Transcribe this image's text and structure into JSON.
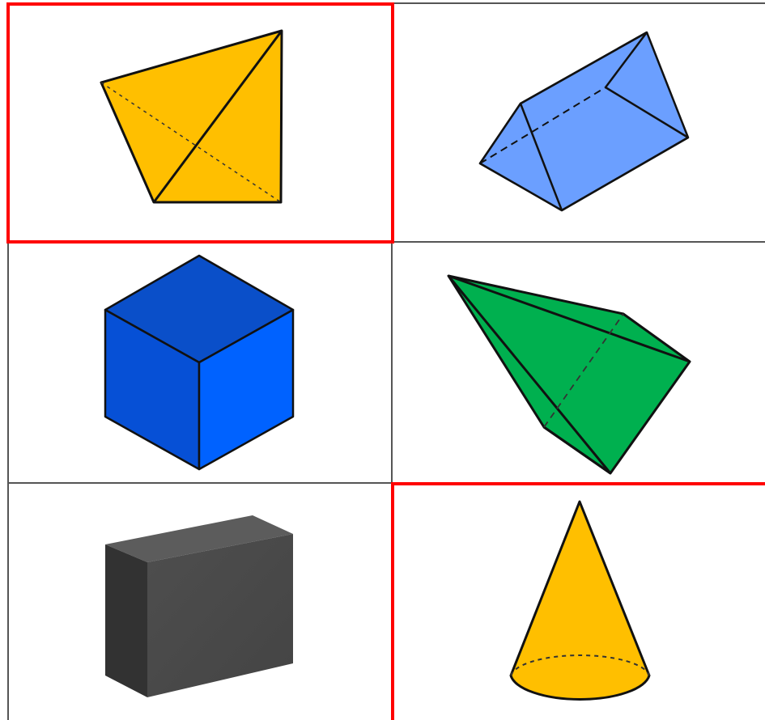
{
  "grid": {
    "rows": 3,
    "columns": 2,
    "border_color": "#555555",
    "highlight_color": "#ff0000"
  },
  "cells": [
    {
      "shape": "tetrahedron",
      "color": "#ffbf00",
      "highlighted": true
    },
    {
      "shape": "triangular-prism",
      "color": "#6b9fff",
      "highlighted": false
    },
    {
      "shape": "cube",
      "colors": [
        "#0a4fc9",
        "#0a5bf0",
        "#0062ff"
      ],
      "highlighted": false
    },
    {
      "shape": "quadrilateral-pyramid",
      "color": "#00b04f",
      "highlighted": false
    },
    {
      "shape": "rectangular-box",
      "colors": [
        "#3a3a3a",
        "#4a4a4a",
        "#5a5a5a"
      ],
      "highlighted": false
    },
    {
      "shape": "cone",
      "color": "#ffbf00",
      "highlighted": true
    }
  ]
}
